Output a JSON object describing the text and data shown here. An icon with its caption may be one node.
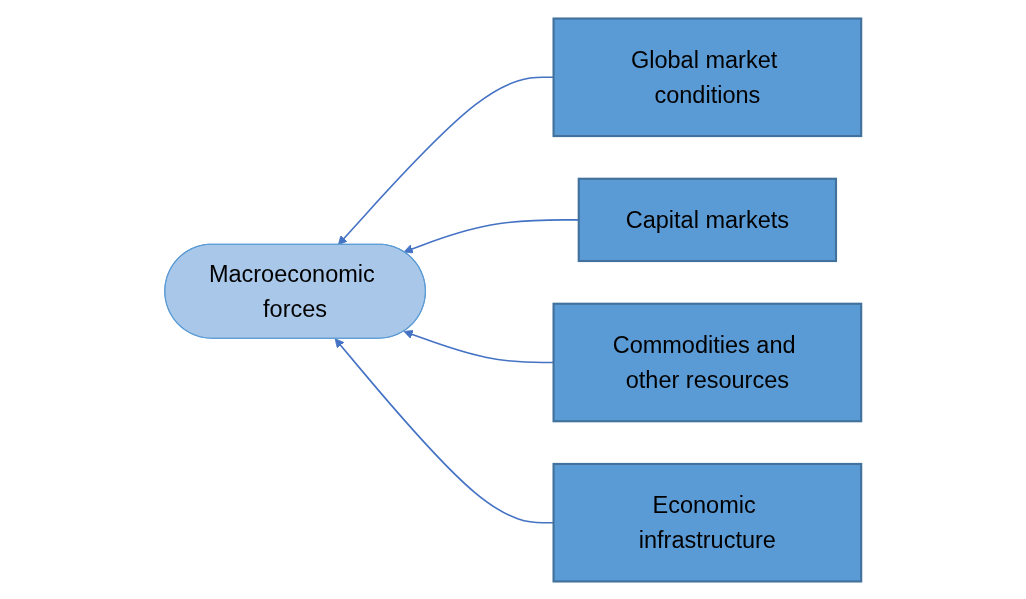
{
  "diagram": {
    "nodes": [
      {
        "text": [
          "Macroeconomic forces"
        ]
      },
      {
        "text": [
          "Global market conditions"
        ]
      },
      {
        "text": [
          "Capital markets"
        ]
      },
      {
        "text": [
          "Commodities and other resources"
        ]
      },
      {
        "text": [
          "Economic infrastructure"
        ]
      }
    ],
    "edges": [
      {
        "from": 1,
        "to": 0,
        "arrow": "to"
      },
      {
        "from": 2,
        "to": 0,
        "arrow": "to"
      },
      {
        "from": 3,
        "to": 0,
        "arrow": "to"
      },
      {
        "from": 4,
        "to": 0,
        "arrow": "to"
      }
    ]
  }
}
